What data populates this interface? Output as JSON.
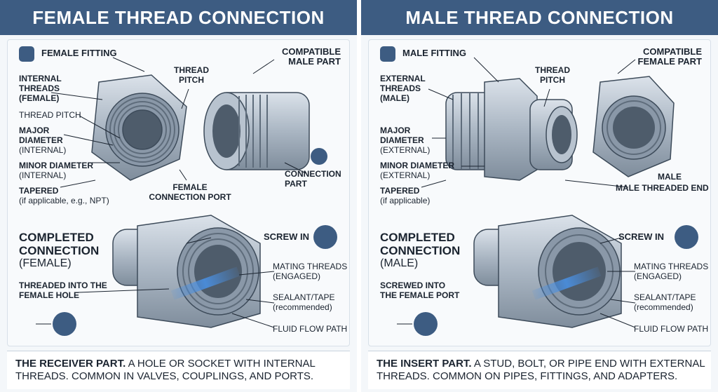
{
  "left": {
    "title": "FEMALE THREAD CONNECTION",
    "fitting_label": "FEMALE FITTING",
    "labels": {
      "internal_threads": "INTERNAL\nTHREADS\n(FEMALE)",
      "thread_pitch_side": "THREAD PITCH",
      "major_diameter_a": "MAJOR",
      "major_diameter_b": "DIAMETER",
      "major_diameter_c": "(INTERNAL)",
      "minor_diameter_a": "MINOR DIAMETER",
      "minor_diameter_b": "(INTERNAL)",
      "tapered_a": "TAPERED",
      "tapered_b": "(if applicable, e.g., NPT)",
      "thread_pitch_top": "THREAD\nPITCH",
      "compatible": "COMPATIBLE\nMALE PART",
      "connection_part": "CONNECTION\nPART",
      "female_port": "FEMALE\nCONNECTION PORT"
    },
    "completed_title": "COMPLETED\nCONNECTION",
    "completed_sub": "(FEMALE)",
    "threaded_into": "THREADED INTO THE\nFEMALE HOLE",
    "screw_in": "SCREW IN",
    "mating_a": "MATING THREADS",
    "mating_b": "(ENGAGED)",
    "sealant_a": "SEALANT/TAPE",
    "sealant_b": "(recommended)",
    "fluid": "FLUID FLOW PATH",
    "footer_bold": "THE RECEIVER PART.",
    "footer_rest": " A HOLE OR SOCKET WITH INTERNAL THREADS. COMMON IN VALVES, COUPLINGS, AND PORTS."
  },
  "right": {
    "title": "MALE THREAD CONNECTION",
    "fitting_label": "MALE FITTING",
    "labels": {
      "external_threads": "EXTERNAL\nTHREADS\n(MALE)",
      "major_diameter_a": "MAJOR",
      "major_diameter_b": "DIAMETER",
      "major_diameter_c": "(EXTERNAL)",
      "minor_diameter_a": "MINOR DIAMETER",
      "minor_diameter_b": "(EXTERNAL)",
      "tapered_a": "TAPERED",
      "tapered_b": "(if applicable)",
      "thread_pitch_top": "THREAD\nPITCH",
      "compatible": "COMPATIBLE\nFEMALE PART",
      "male_a": "MALE",
      "male_b": "MALE THREADED END"
    },
    "completed_title": "COMPLETED\nCONNECTION",
    "completed_sub": "(MALE)",
    "screwed_into": "SCREWED INTO\nTHE FEMALE PORT",
    "screw_in": "SCREW IN",
    "mating_a": "MATING THREADS",
    "mating_b": "(ENGAGED)",
    "sealant_a": "SEALANT/TAPE",
    "sealant_b": "(recommended)",
    "fluid": "FLUID FLOW PATH",
    "footer_bold": "THE INSERT PART.",
    "footer_rest": " A STUD, BOLT, OR PIPE END WITH EXTERNAL THREADS. COMMON ON PIPES, FITTINGS, AND ADAPTERS."
  },
  "colors": {
    "header": "#3d5c82",
    "metal": "#aab6c3",
    "metal_dark": "#7f8d9c",
    "flow": "#4a90e2"
  }
}
